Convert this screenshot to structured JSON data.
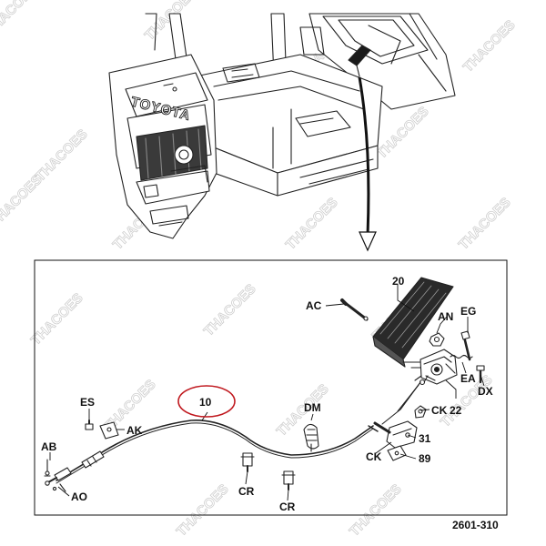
{
  "brand_text": "TOYOTA",
  "watermark_text": "THACOES",
  "figure_number": "2601-310",
  "highlight_color": "#c0191f",
  "callouts": {
    "c20": "20",
    "ac": "AC",
    "an": "AN",
    "eg": "EG",
    "ea": "EA",
    "dx": "DX",
    "c22": "22",
    "ck1": "CK",
    "c31": "31",
    "ck2": "CK",
    "c89": "89",
    "dm": "DM",
    "es": "ES",
    "ak": "AK",
    "ab": "AB",
    "ao": "AO",
    "c10": "10",
    "cr1": "CR",
    "cr2": "CR"
  }
}
